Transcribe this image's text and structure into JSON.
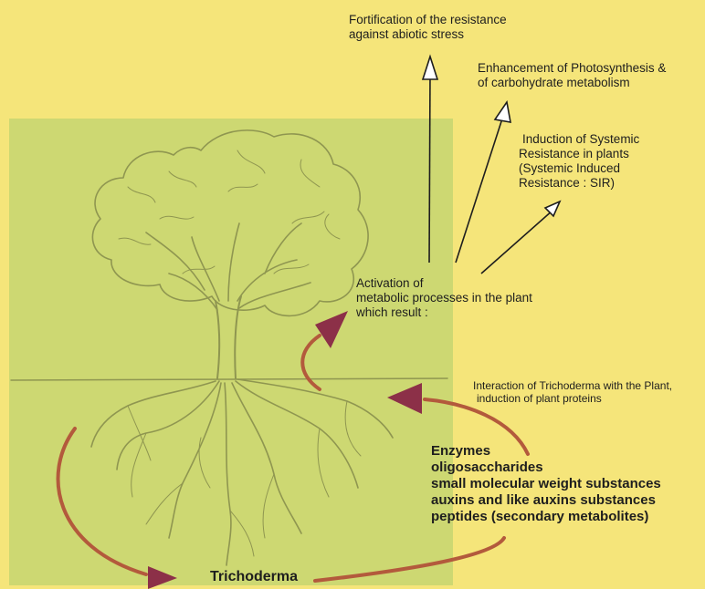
{
  "outcomes": [
    {
      "lines": [
        "Fortification of the resistance",
        "against abiotic stress"
      ]
    },
    {
      "lines": [
        "Enhancement of Photosynthesis &",
        "of carbohydrate metabolism"
      ]
    },
    {
      "lines": [
        "Induction of Systemic",
        "Resistance in plants",
        "(Systemic Induced",
        "Resistance : SIR)"
      ]
    }
  ],
  "activation": {
    "lines": [
      "Activation of",
      "metabolic processes in the plant",
      "which result :"
    ]
  },
  "interaction": {
    "lines": [
      "Interaction of Trichoderma with the Plant,",
      "induction of plant proteins"
    ]
  },
  "substances": {
    "lines": [
      "Enzymes",
      "oligosaccharides",
      "small molecular weight substances",
      "auxins and like auxins substances",
      "peptides (secondary metabolites)"
    ]
  },
  "organism": "Trichoderma",
  "colors": {
    "background": "#f5e57a",
    "panel": "#cdd872",
    "tree": "#8f9650",
    "curved_arrow": "#b35a3c",
    "arrowhead": "#8c3048",
    "text": "#1e1e1e"
  }
}
